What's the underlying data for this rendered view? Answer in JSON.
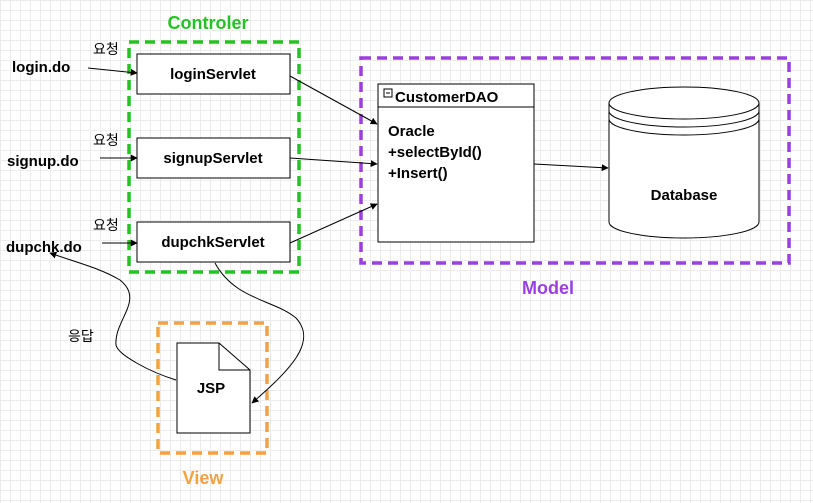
{
  "groups": {
    "controller": {
      "title": "Controler",
      "color": "#22c322"
    },
    "model": {
      "title": "Model",
      "color": "#9a3fe0"
    },
    "view": {
      "title": "View",
      "color": "#f5a142"
    }
  },
  "requests": {
    "login": "login.do",
    "signup": "signup.do",
    "dupchk": "dupchk.do"
  },
  "edge_labels": {
    "request": "요청",
    "response": "응답"
  },
  "servlets": {
    "login": "loginServlet",
    "signup": "signupServlet",
    "dupchk": "dupchkServlet"
  },
  "dao": {
    "title": "CustomerDAO",
    "members": [
      "Oracle",
      "+selectById()",
      "+Insert()"
    ]
  },
  "database": {
    "label": "Database"
  },
  "view_doc": {
    "label": "JSP"
  }
}
